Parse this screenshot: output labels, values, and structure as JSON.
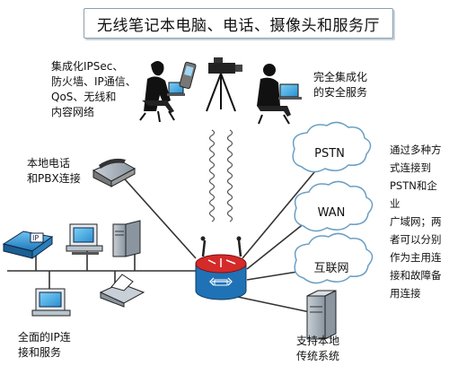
{
  "title": "无线笔记本电脑、电话、摄像头和服务厅",
  "labels": {
    "integrated": [
      "集成化IPSec、",
      "防火墙、IP通信、",
      "QoS、无线和",
      "内容网络"
    ],
    "security": [
      "完全集成化",
      "的安全服务"
    ],
    "local_phone": [
      "本地电话",
      "和PBX连接"
    ],
    "ip_connect": [
      "全面的IP连",
      "接和服务"
    ],
    "legacy": [
      "支持本地",
      "传统系统"
    ]
  },
  "clouds": {
    "pstn": "PSTN",
    "wan": "WAN",
    "internet": "互联网"
  },
  "description": [
    "通过多种方",
    "式连接到",
    "PSTN和企业",
    "广域网；两",
    "者可以分别",
    "作为主用连",
    "接和故障备",
    "用连接"
  ],
  "ip_phone_label": "IP",
  "colors": {
    "accent_blue": "#2a8fd0",
    "router_red": "#d42a2a",
    "line": "#333333",
    "cloud_stroke": "#6a9fc4"
  }
}
